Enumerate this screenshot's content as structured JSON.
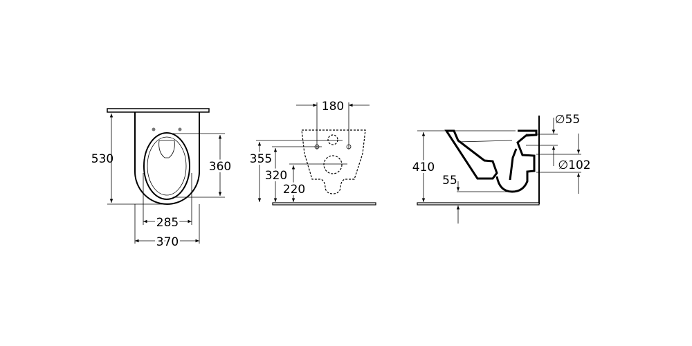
{
  "top_view": {
    "dim_length": "530",
    "dim_seat_length": "360",
    "dim_seat_width": "285",
    "dim_width": "370"
  },
  "rear_view": {
    "dim_fixing_spacing": "180",
    "dim_upper_height": "355",
    "dim_fixing_height": "320",
    "dim_outlet_height": "220"
  },
  "side_view": {
    "dim_height": "410",
    "dim_inlet": "∅55",
    "dim_outlet": "∅102",
    "dim_water_depth": "55"
  }
}
